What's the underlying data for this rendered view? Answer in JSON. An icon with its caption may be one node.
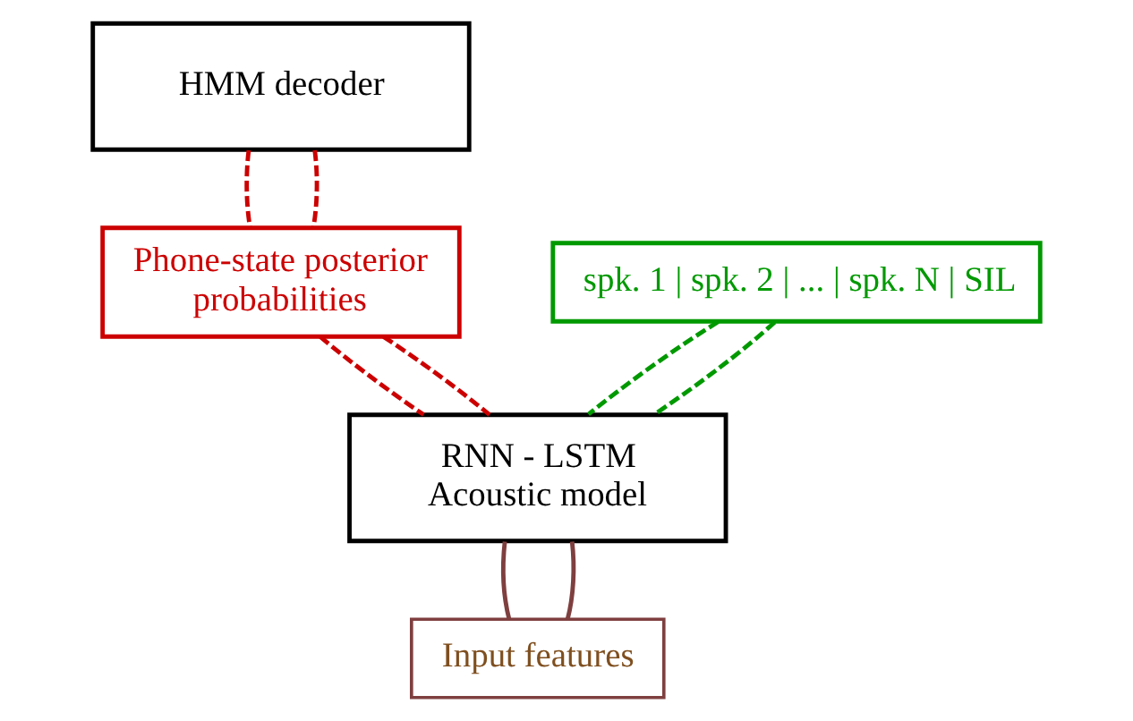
{
  "diagram": {
    "nodes": [
      {
        "text": [
          "HMM decoder"
        ]
      },
      {
        "text": [
          "Phone-state posterior probabilities"
        ]
      },
      {
        "text": [
          "spk. 1 | spk. 2 | ... | spk. N | SIL"
        ]
      },
      {
        "text": [
          "RNN - LSTM Acoustic model"
        ]
      },
      {
        "text": [
          "Input features"
        ]
      }
    ],
    "edges": [
      {
        "from": 0,
        "to": 1,
        "arrow": "none",
        "style": "dashed",
        "color": "#cc0000"
      },
      {
        "from": 0,
        "to": 1,
        "arrow": "none",
        "style": "dashed",
        "color": "#cc0000"
      },
      {
        "from": 1,
        "to": 3,
        "arrow": "none",
        "style": "dashed",
        "color": "#cc0000"
      },
      {
        "from": 1,
        "to": 3,
        "arrow": "none",
        "style": "dashed",
        "color": "#cc0000"
      },
      {
        "from": 2,
        "to": 3,
        "arrow": "none",
        "style": "dashed",
        "color": "#009900"
      },
      {
        "from": 2,
        "to": 3,
        "arrow": "none",
        "style": "dashed",
        "color": "#009900"
      },
      {
        "from": 3,
        "to": 4,
        "arrow": "none",
        "color": "#7f3f3f"
      },
      {
        "from": 3,
        "to": 4,
        "arrow": "none",
        "color": "#7f3f3f"
      }
    ]
  }
}
